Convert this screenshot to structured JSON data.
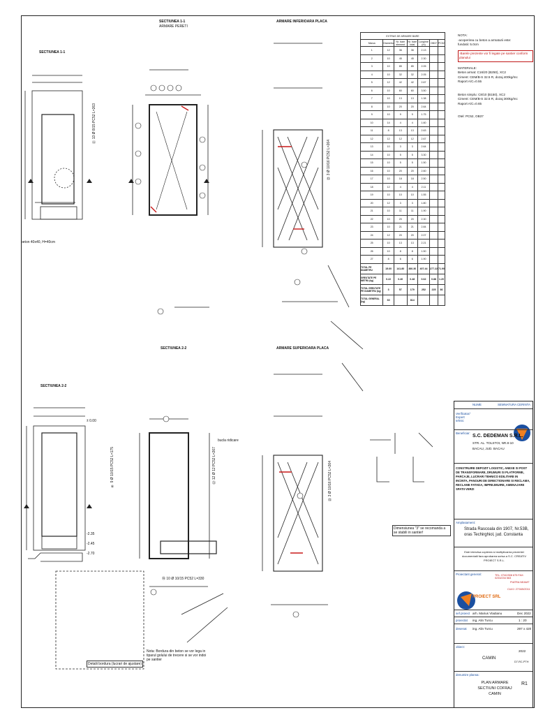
{
  "sections": {
    "s11_a": "SECTIUNEA 1-1",
    "s11_b": "SECTIUNEA 1-1",
    "s11_b_sub": "ARMARE PERETI",
    "arm_inf": "ARMARE INFERIOARA PLACA",
    "s22_b": "SECTIUNEA 2-2",
    "s22_a": "SECTIUNEA 2-2",
    "arm_sup": "ARMARE SUPERIOARA PLACA"
  },
  "labels": {
    "beton": "beton 40x40, H=40cm",
    "bar_a": "⑪ 13 Ø 8/15 PC52 L=263",
    "bar_b": "⑬ 3 Ø 10/16 PC52 L=264",
    "bar_c": "⑨ 9 Ø 10/15 PC52 L=175",
    "bar_d": "⑫ 12 Ø 12 PC52 L=267",
    "bar_e": "⑱ 10 Ø 10/15 PC52 L=330",
    "scara": "Dimensiunea \"3\" se recomanda a se stabili in santier!",
    "nota": "Nota: Bordura din beton se vor lega in tiparul golului de trecere si se vor indoi pe santier",
    "bucla": "bucla ridicare",
    "detaliu": "Detalii bordura (lucrari de ajustare)",
    "zero": "± 0.00",
    "cota1": "-2.35",
    "cota2": "-2.45",
    "cota3": "-2.70"
  },
  "table": {
    "title": "EXTRAS DE ARMARE BARE",
    "headers": [
      "Marca",
      "Diametru",
      "Nr. bare element",
      "Nr. bare total",
      "Lungime (m)",
      "OB37",
      "PC52"
    ],
    "rows": [
      [
        "1",
        "12",
        "36",
        "36",
        "2.13"
      ],
      [
        "2",
        "10",
        "45",
        "45",
        "2.30"
      ],
      [
        "3",
        "10",
        "85",
        "85",
        "2.05"
      ],
      [
        "4",
        "10",
        "32",
        "32",
        "2.05"
      ],
      [
        "5",
        "12",
        "42",
        "42",
        "2.67"
      ],
      [
        "6",
        "10",
        "60",
        "60",
        "3.50"
      ],
      [
        "7",
        "10",
        "13",
        "13",
        "1.38"
      ],
      [
        "8",
        "10",
        "20",
        "20",
        "2.64"
      ],
      [
        "9",
        "10",
        "9",
        "9",
        "1.75"
      ],
      [
        "10",
        "14",
        "4",
        "4",
        "1.60"
      ],
      [
        "11",
        "8",
        "13",
        "13",
        "2.63"
      ],
      [
        "12",
        "12",
        "12",
        "12",
        "2.67"
      ],
      [
        "13",
        "10",
        "3",
        "3",
        "2.64"
      ],
      [
        "14",
        "10",
        "5",
        "5",
        "3.30"
      ],
      [
        "15",
        "10",
        "5",
        "5",
        "1.50"
      ],
      [
        "16",
        "10",
        "20",
        "20",
        "2.60"
      ],
      [
        "17",
        "10",
        "18",
        "18",
        "2.50"
      ],
      [
        "18",
        "12",
        "4",
        "4",
        "2.11"
      ],
      [
        "19",
        "10",
        "10",
        "10",
        "1.55"
      ],
      [
        "20",
        "12",
        "3",
        "3",
        "1.80"
      ],
      [
        "21",
        "10",
        "11",
        "11",
        "1.90"
      ],
      [
        "22",
        "10",
        "20",
        "20",
        "2.30"
      ],
      [
        "23",
        "10",
        "21",
        "21",
        "2.84"
      ],
      [
        "24",
        "12",
        "20",
        "20",
        "2.07"
      ],
      [
        "25",
        "10",
        "13",
        "13",
        "2.21"
      ],
      [
        "26",
        "10",
        "8",
        "8",
        "1.50"
      ],
      [
        "27",
        "8",
        "6",
        "6",
        "1.90"
      ]
    ],
    "totals": [
      [
        "TOTAL PE DIAMETRU",
        "15.60",
        "141.80",
        "380.30",
        "407.44",
        "277.22",
        "71.90"
      ],
      [
        "GREUTATE PE METRU (kg)",
        "0.22",
        "0.40",
        "0.48",
        "0.62",
        "0.88",
        "1.20"
      ],
      [
        "TOTAL GREUTATE PE DIAMETRU (kg)",
        "3",
        "57",
        "179",
        "252",
        "225",
        "86"
      ],
      [
        "TOTAL GENERAL (kg)",
        "60",
        "",
        "814",
        "",
        "",
        ""
      ]
    ]
  },
  "notes": {
    "nota": "NOTA:",
    "n1": "-acoperirea cu beton a armaturii este:",
    "n2": "fundatii: 5.0cm",
    "red": "-Barele prezente vor fi legate pe santier conform planului",
    "materiale": "MATERIALE:",
    "m1": "Beton armat: C16/20 (B250), XC2",
    "m2": "Ciment: CEM/B-S 32.5 R, dozaj 400kg/mc",
    "m3": "Raport A/C=0.55",
    "m4": "Beton simplu: C8/10 (B150), XC2",
    "m5": "Ciment: CEM/B-S 32.5 R, dozaj 300kg/mc",
    "m6": "Raport A/C=0.65",
    "m7": "Otel: PC52, OB37"
  },
  "titleblock": {
    "h_nume": "NUME",
    "h_semn": "SEMNATURA",
    "h_cerinta": "CERINTA",
    "verificator": "Verificator/ Expert tehnic",
    "beneficiar": "Beneficiar:",
    "company": "S.C. DEDEMAN S.R.L.",
    "addr1": "STR. AL. TOLSTOI, NR.8-10",
    "addr2": "BACAU, JUD. BACAU",
    "proj_title": "CONSTRUIRE DEPOZIT LOGISTIC, ANEXE SI POST DE TRANSFORMARE, DRUMURI SI PLATFORME, PARCAJE, LUCRARI TEHNICO EDILITARE IN INCINTA, PANOURI DE DIRECTIONARE SI RECLAMA, RECLAME FATADA, IMPREJMUIRE, AMENAJARE SPATII VERZI",
    "amplasament": "Amplasament:",
    "location": "Strada Rascoala din 1907, Nr.53B, oras Techirghiol, jud. Constanta",
    "rights": "Este interzisa copierea si multiplicarea prezentei documentatii fara aprobarea scrisa a S.C. CREATIV PROIECT S.R.L.",
    "proiectant": "Proiectant general:",
    "proiect_srl": "PROIECT SRL",
    "contact1": "TEL: 0740/308 675 FAX: 0233/234 563",
    "contact2": "PIATRA NEAMT",
    "contact3": "CUI/J: 27/345/2011",
    "sef_k": "sef proiect",
    "sef_v": "arh. Marius Vladianu",
    "proiectat_k": "proiectat",
    "proiectat_v": "ing. Alin Turcu",
    "desenat_k": "desenat",
    "desenat_v": "ing. Alin Turcu",
    "date_v": "Dec 2022",
    "scale_v": "1 : 20",
    "format_v": "297 x 420",
    "obiect_k": "obiect:",
    "obiect_v": "CAMIN",
    "den_k": "denumire plansa:",
    "den_v": "PLAN ARMARE SECTIUNI COFRAJ CAMIN",
    "num_v": "R1",
    "year_v": "2022",
    "cod_v": "D7-RC-PTH"
  }
}
